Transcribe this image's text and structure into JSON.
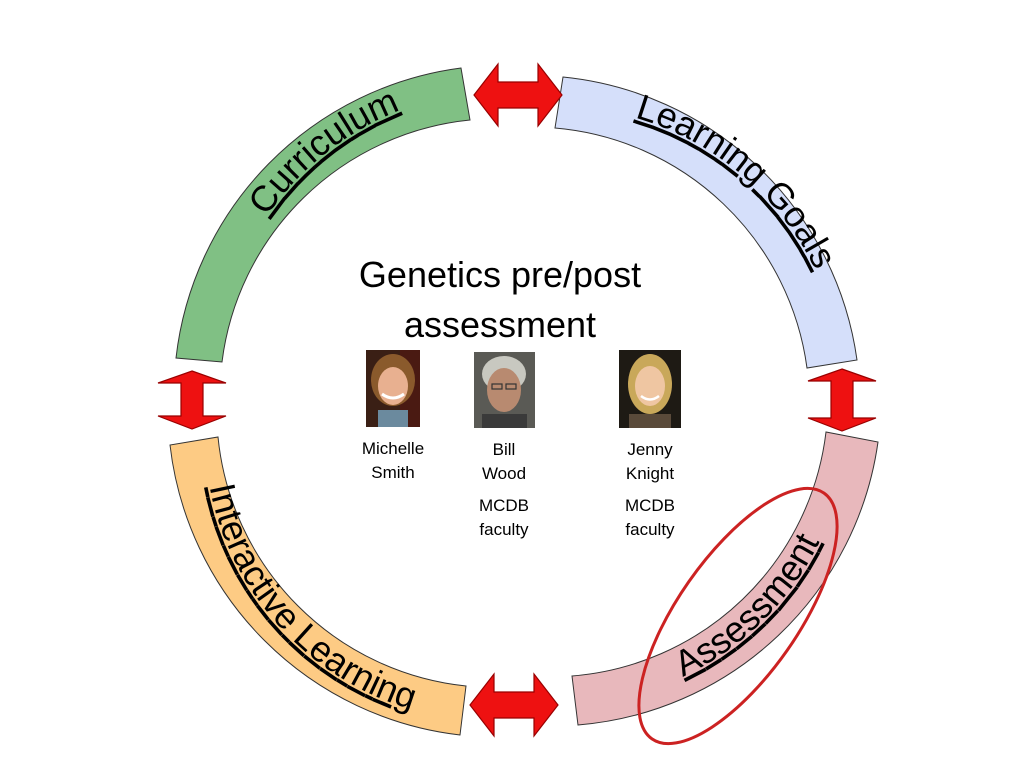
{
  "diagram": {
    "center_title": "Genetics pre/post assessment",
    "segments": [
      {
        "id": "curriculum",
        "label": "Curriculum",
        "fill": "#80c084"
      },
      {
        "id": "learning-goals",
        "label": "Learning Goals",
        "fill": "#d5dffa"
      },
      {
        "id": "assessment",
        "label": "Assessment",
        "fill": "#e8b8bc"
      },
      {
        "id": "interactive-learning",
        "label": "Interactive Learning",
        "fill": "#fdcb84"
      }
    ],
    "connector_color": "#ee1111",
    "highlight_color": "#cc2222",
    "people": [
      {
        "name": "Michelle\nSmith",
        "dept": "",
        "photo_icon": "portrait-photo"
      },
      {
        "name": "Bill\nWood",
        "dept": "MCDB\nfaculty",
        "photo_icon": "portrait-photo"
      },
      {
        "name": "Jenny\nKnight",
        "dept": "MCDB\nfaculty",
        "photo_icon": "portrait-photo"
      }
    ]
  }
}
